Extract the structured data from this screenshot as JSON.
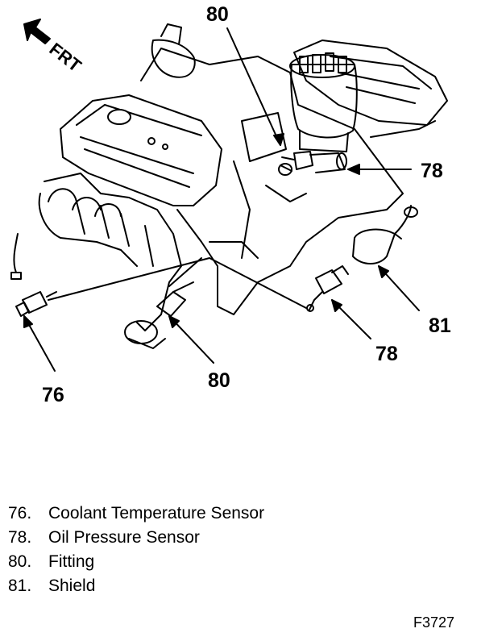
{
  "diagram": {
    "direction_label": "FRT",
    "callouts": {
      "fitting_top": "80",
      "oil_sensor_installed": "78",
      "shield": "81",
      "oil_sensor_detached": "78",
      "fitting_bottom": "80",
      "coolant_sensor": "76"
    }
  },
  "legend": [
    {
      "num": "76.",
      "text": "Coolant Temperature Sensor"
    },
    {
      "num": "78.",
      "text": "Oil Pressure Sensor"
    },
    {
      "num": "80.",
      "text": "Fitting"
    },
    {
      "num": "81.",
      "text": "Shield"
    }
  ],
  "figure_id": "F3727"
}
